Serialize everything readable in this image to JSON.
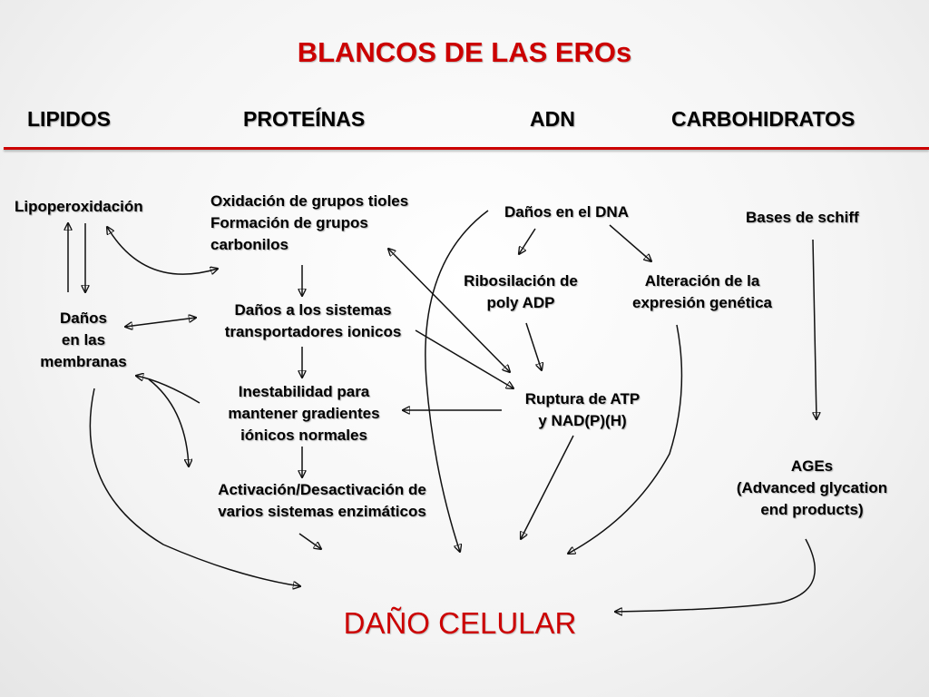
{
  "title": "BLANCOS DE LAS EROs",
  "categories": {
    "lipidos": "LIPIDOS",
    "proteinas": "PROTEÍNAS",
    "adn": "ADN",
    "carbohidratos": "CARBOHIDRATOS"
  },
  "nodes": {
    "lipoperoxidacion": "Lipoperoxidación",
    "danos_membranas": [
      "Daños",
      "en las",
      "membranas"
    ],
    "oxidacion_tioles": [
      "Oxidación de grupos tioles",
      "Formación de grupos",
      "carbonilos"
    ],
    "danos_transportadores": [
      "Daños a los sistemas",
      "transportadores ionicos"
    ],
    "inestabilidad": [
      "Inestabilidad para",
      "mantener gradientes",
      "iónicos normales"
    ],
    "activacion": [
      "Activación/Desactivación de",
      "varios sistemas enzimáticos"
    ],
    "danos_dna": "Daños en el DNA",
    "ribosilacion": [
      "Ribosilación de",
      "poly ADP"
    ],
    "alteracion": [
      "Alteración de la",
      "expresión genética"
    ],
    "ruptura": [
      "Ruptura de ATP",
      "y NAD(P)(H)"
    ],
    "bases_schiff": "Bases de schiff",
    "ages": [
      "AGEs",
      "(Advanced glycation",
      "end products)"
    ]
  },
  "result": "DAÑO CELULAR",
  "colors": {
    "accent": "#cc0000",
    "text": "#000000"
  }
}
